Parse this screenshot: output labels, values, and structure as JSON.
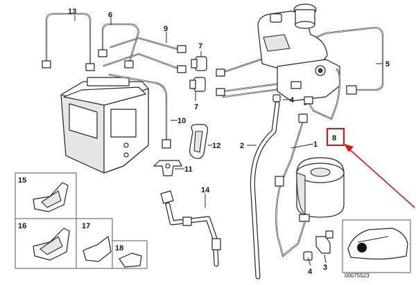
{
  "diagram": {
    "callouts": {
      "c1": "1",
      "c2": "2",
      "c3": "3",
      "c4a": "4",
      "c4b": "4",
      "c5": "5",
      "c6": "6",
      "c7a": "7",
      "c7b": "7",
      "c8": "8",
      "c9": "9",
      "c10": "10",
      "c11": "11",
      "c12": "12",
      "c13": "13",
      "c14": "14",
      "c15": "15",
      "c16": "16",
      "c17": "17",
      "c18": "18"
    },
    "highlight_color": "#e01010",
    "image_number": "00075523"
  }
}
